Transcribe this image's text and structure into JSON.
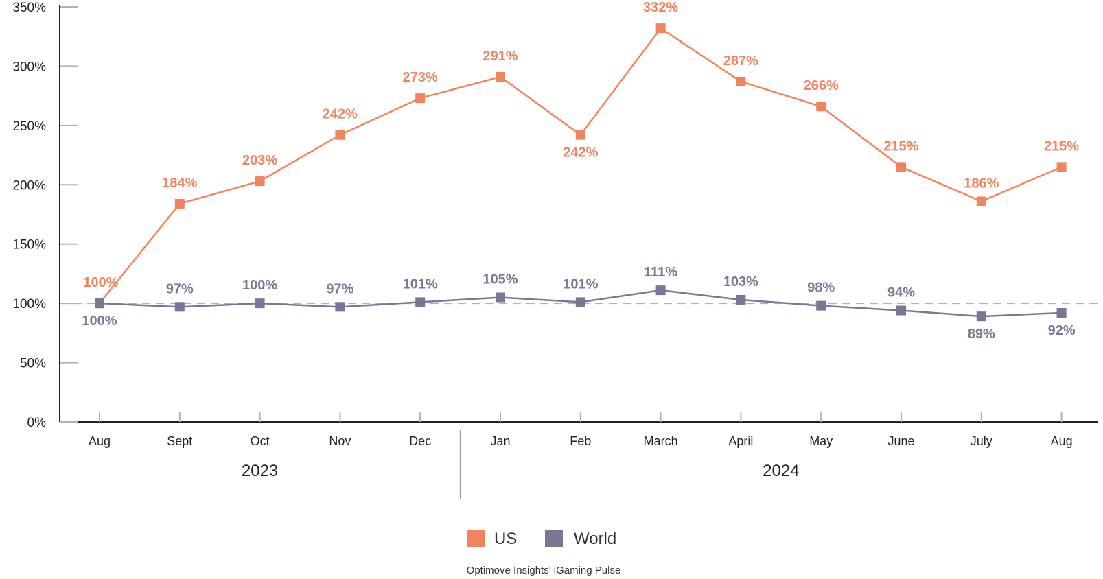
{
  "chart_data": {
    "type": "line",
    "categories": [
      "Aug",
      "Sept",
      "Oct",
      "Nov",
      "Dec",
      "Jan",
      "Feb",
      "March",
      "April",
      "May",
      "June",
      "July",
      "Aug"
    ],
    "year_groups": [
      {
        "label": "2023",
        "start": 0,
        "end": 4
      },
      {
        "label": "2024",
        "start": 5,
        "end": 12
      }
    ],
    "series": [
      {
        "name": "US",
        "color": "#F0845F",
        "values": [
          100,
          184,
          203,
          242,
          273,
          291,
          242,
          332,
          287,
          266,
          215,
          186,
          215
        ],
        "labels": [
          "100%",
          "184%",
          "203%",
          "242%",
          "273%",
          "291%",
          "242%",
          "332%",
          "287%",
          "266%",
          "215%",
          "186%",
          "215%"
        ]
      },
      {
        "name": "World",
        "color": "#7A7693",
        "values": [
          100,
          97,
          100,
          97,
          101,
          105,
          101,
          111,
          103,
          98,
          94,
          89,
          92
        ],
        "labels": [
          "100%",
          "97%",
          "100%",
          "97%",
          "101%",
          "105%",
          "101%",
          "111%",
          "103%",
          "98%",
          "94%",
          "89%",
          "92%"
        ]
      }
    ],
    "ylim": [
      0,
      350
    ],
    "yticks": [
      0,
      50,
      100,
      150,
      200,
      250,
      300,
      350
    ],
    "ytick_labels": [
      "0%",
      "50%",
      "100%",
      "150%",
      "200%",
      "250%",
      "300%",
      "350%"
    ],
    "reference_line": {
      "value": 100,
      "style": "dashed",
      "color": "#B8B0AE"
    },
    "legend_position": "bottom-center",
    "grid": false
  },
  "legend": {
    "items": [
      {
        "label": "US",
        "color": "#F0845F"
      },
      {
        "label": "World",
        "color": "#7A7693"
      }
    ]
  },
  "source": {
    "text": "Optimove Insights' iGaming Pulse"
  }
}
